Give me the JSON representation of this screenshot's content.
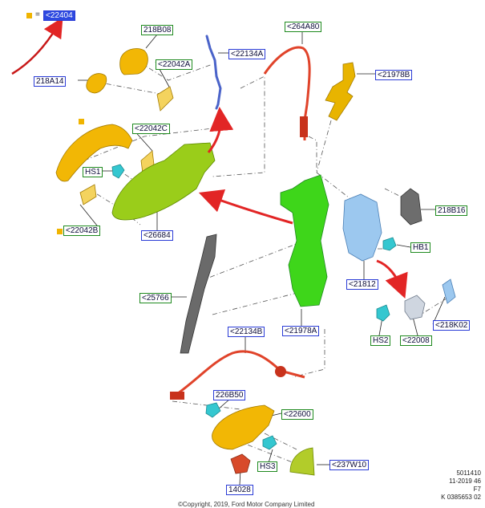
{
  "legend": {
    "symbol_color": "#f0b400",
    "equals": "=",
    "code": "<22404"
  },
  "callouts": {
    "c218B08": "218B08",
    "c22042A": "<22042A",
    "c218A14": "218A14",
    "c22134A": "<22134A",
    "c264A80": "<264A80",
    "c21978B": "<21978B",
    "c22042C": "<22042C",
    "cHS1": "HS1",
    "c22042B": "<22042B",
    "c26684": "<26684",
    "c218B16": "218B16",
    "cHB1": "HB1",
    "c21812": "<21812",
    "c25766": "<25766",
    "c21978A": "<21978A",
    "cHS2": "HS2",
    "c22008": "<22008",
    "c218K02": "<218K02",
    "c22134B": "<22134B",
    "c226B50": "226B50",
    "c22600": "<22600",
    "cHS3": "HS3",
    "c237W10": "<237W10",
    "c14028": "14028"
  },
  "footer": {
    "line1": "5011410",
    "line2": "11-2019 46",
    "line3": "F7",
    "line4": "K 0385653 02",
    "copyright": "©Copyright, 2019, Ford Motor Company Limited"
  },
  "colors": {
    "handle_yellow": "#f2b705",
    "carrier_green": "#9acd1a",
    "bracket_green": "#3ed61a",
    "latch_blue": "#9cc8ef",
    "cable_red": "#e0432a",
    "rod_blue": "#4a63c9",
    "seal_gray": "#6a6a6a",
    "clip_cyan": "#34c7d0",
    "arrow_red": "#e22525"
  }
}
